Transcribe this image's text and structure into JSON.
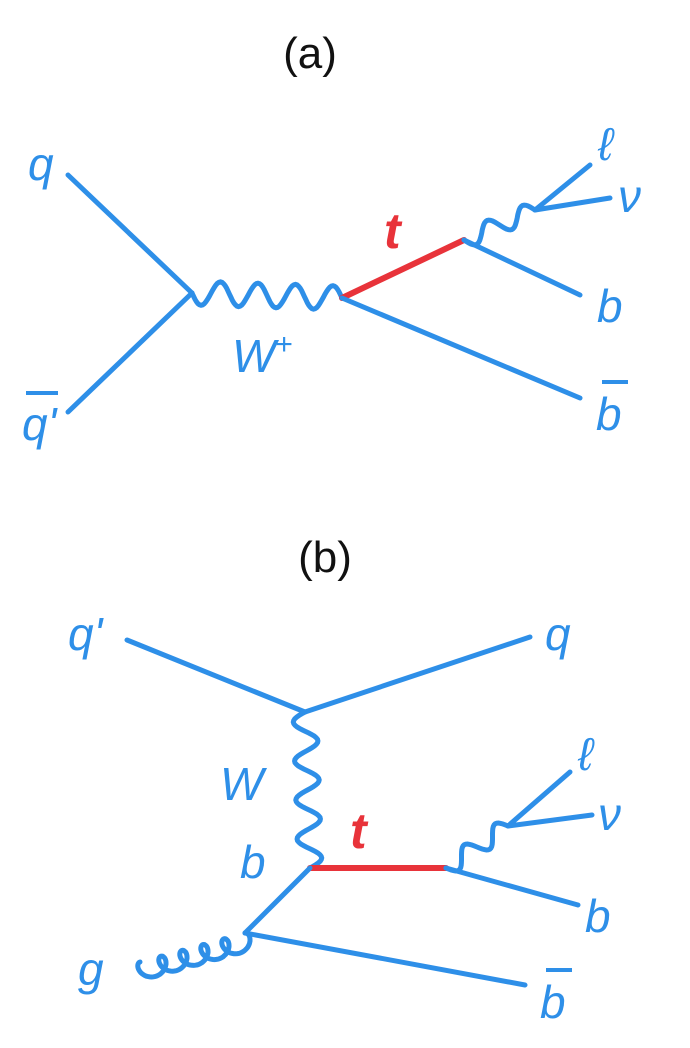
{
  "colors": {
    "fermion": "#2e8fe8",
    "top": "#e8333a",
    "panel_label": "#111111"
  },
  "panel_a": {
    "title": "(a)",
    "labels": {
      "q": "q",
      "qbar_prime": "q'",
      "w": "W",
      "w_charge": "+",
      "t": "t",
      "lepton": "ℓ",
      "nu": "ν",
      "b": "b",
      "bbar": "b"
    }
  },
  "panel_b": {
    "title": "(b)",
    "labels": {
      "q_prime": "q'",
      "q": "q",
      "w": "W",
      "t": "t",
      "lepton": "ℓ",
      "nu": "ν",
      "b_in": "b",
      "b_out": "b",
      "bbar": "b",
      "g": "g"
    }
  }
}
